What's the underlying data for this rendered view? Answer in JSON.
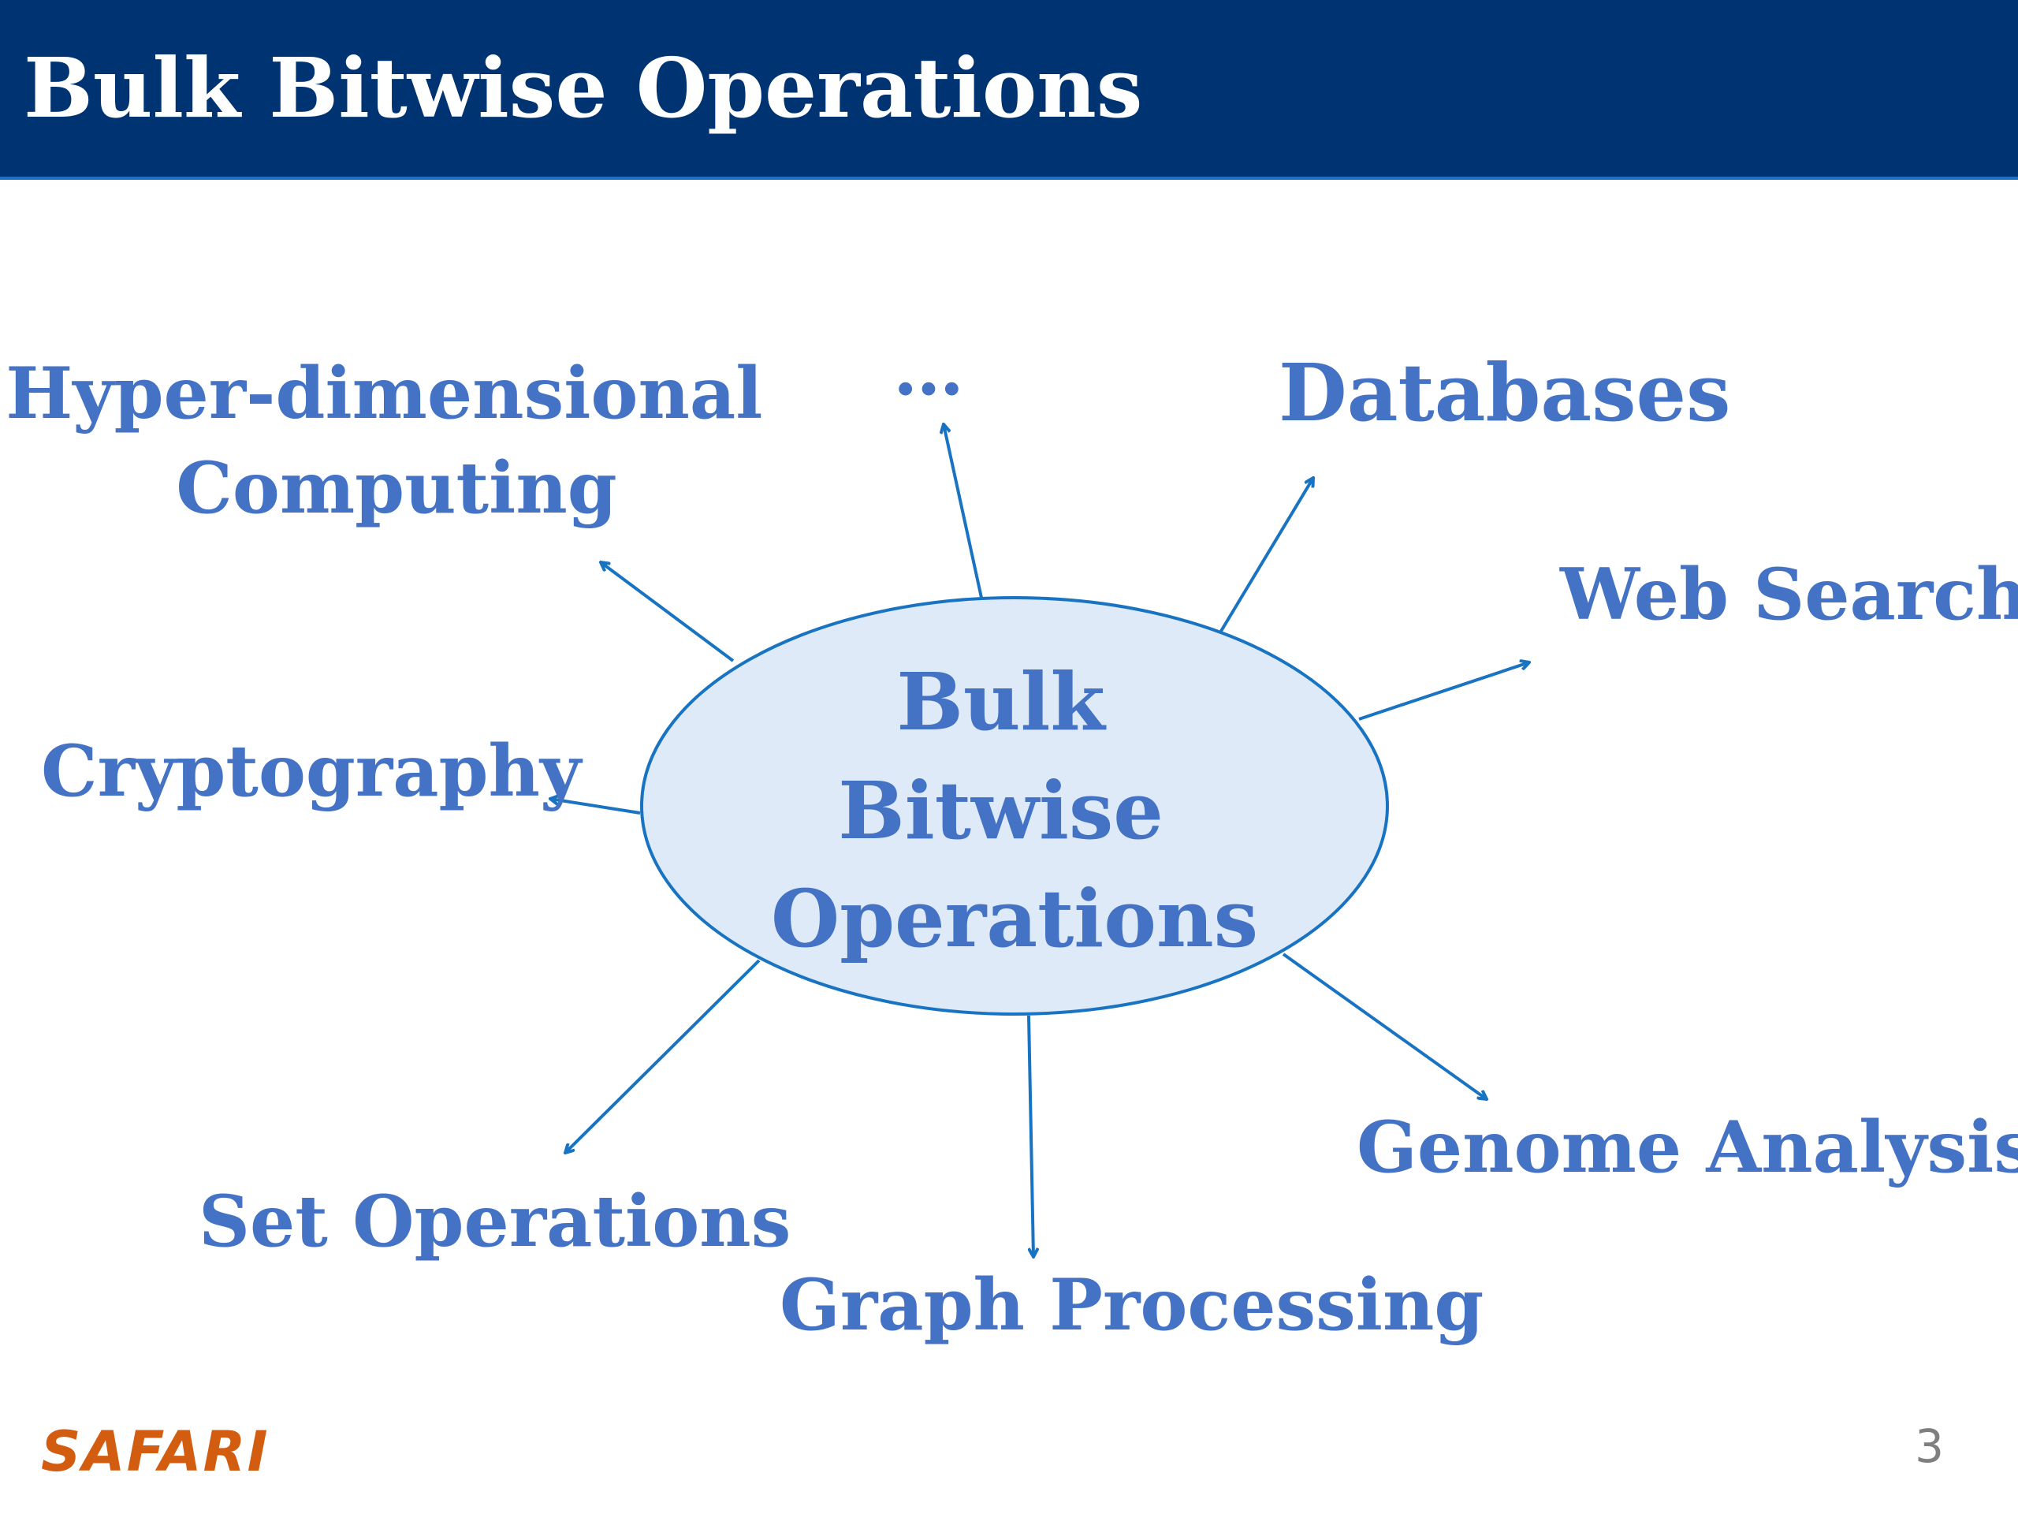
{
  "slide": {
    "title": "Bulk Bitwise Operations",
    "page_number": "3",
    "logo_text": "SAFARI"
  },
  "diagram": {
    "center": {
      "lines": [
        "Bulk",
        "Bitwise",
        "Operations"
      ]
    },
    "applications": [
      {
        "id": "hdc",
        "lines": [
          "Hyper-dimensional",
          "Computing"
        ]
      },
      {
        "id": "more",
        "lines": [
          "…"
        ]
      },
      {
        "id": "databases",
        "lines": [
          "Databases"
        ]
      },
      {
        "id": "web-search",
        "lines": [
          "Web Search"
        ]
      },
      {
        "id": "cryptography",
        "lines": [
          "Cryptography"
        ]
      },
      {
        "id": "genome",
        "lines": [
          "Genome Analysis"
        ]
      },
      {
        "id": "set-ops",
        "lines": [
          "Set Operations"
        ]
      },
      {
        "id": "graph",
        "lines": [
          "Graph Processing"
        ]
      }
    ]
  },
  "colors": {
    "title_bar": "#003371",
    "label": "#4472c4",
    "arrow": "#1874c2",
    "ellipse_fill": "#deeaf7",
    "logo": "#d25c0f"
  }
}
